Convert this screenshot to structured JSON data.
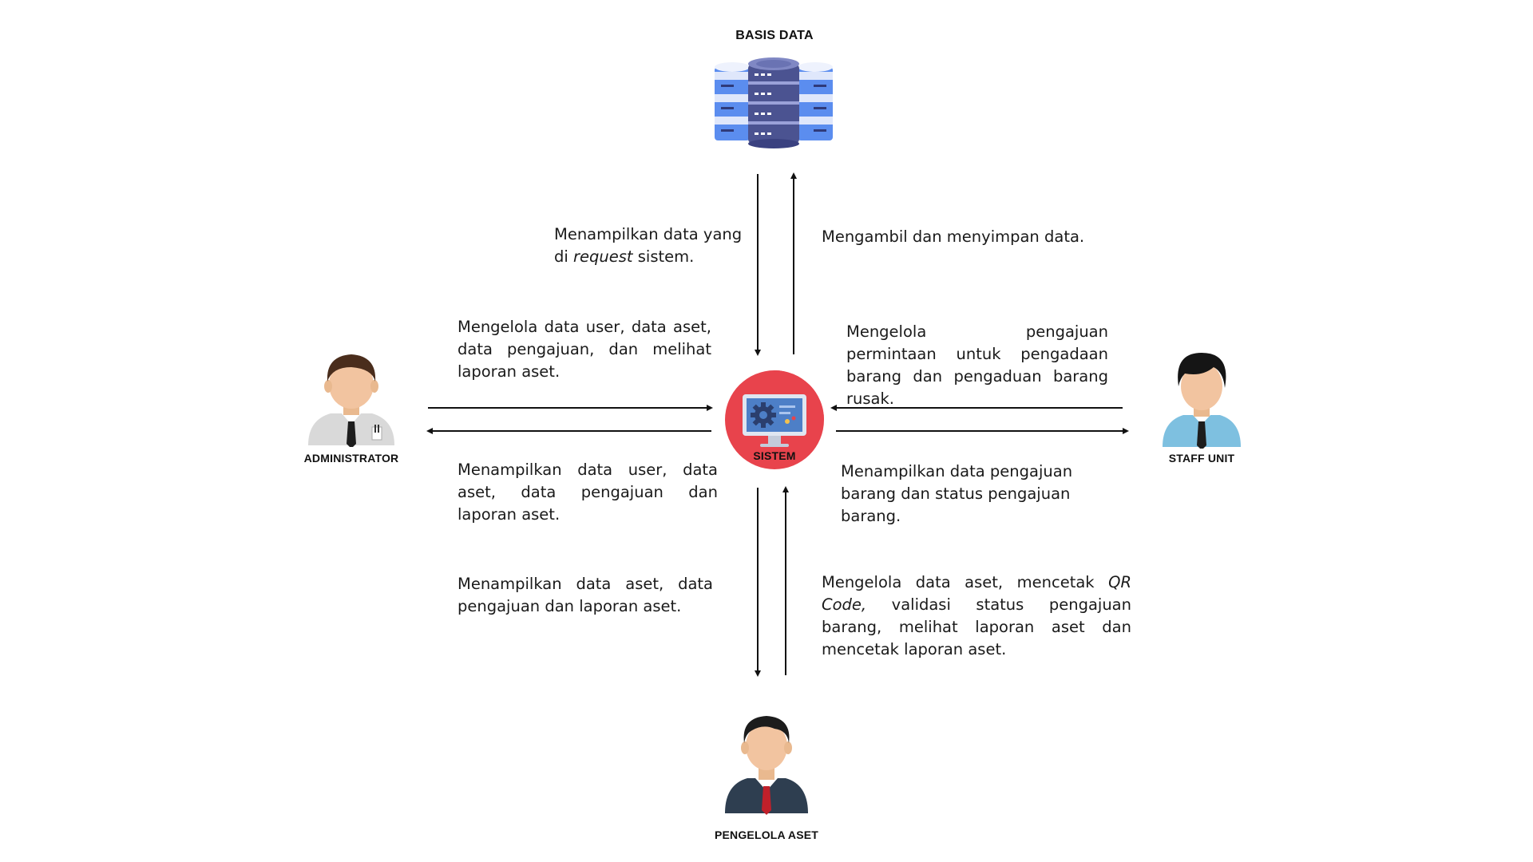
{
  "nodes": {
    "database": "BASIS DATA",
    "system": "SISTEM",
    "administrator": "ADMINISTRATOR",
    "staff_unit": "STAFF UNIT",
    "asset_manager": "PENGELOLA ASET"
  },
  "flows": {
    "db_to_system_a": "Menampilkan data yang",
    "db_to_system_b": "di",
    "db_to_system_em": "request",
    "db_to_system_c": "sistem.",
    "system_to_db": "Mengambil dan menyimpan data.",
    "admin_to_system": "Mengelola data user, data aset, data pengajuan, dan melihat laporan aset.",
    "system_to_admin": "Menampilkan data user, data aset, data pengajuan dan laporan aset.",
    "staff_to_system": "Mengelola pengajuan permintaan untuk pengadaan barang dan pengaduan barang rusak.",
    "system_to_staff": "Menampilkan data pengajuan barang dan status pengajuan barang.",
    "system_to_manager": "Menampilkan data aset, data pengajuan dan laporan aset.",
    "manager_to_system_a": "Mengelola data aset, mencetak",
    "manager_to_system_em": "QR Code,",
    "manager_to_system_b": "validasi status pengajuan barang, melihat laporan aset dan mencetak laporan aset."
  },
  "icons": {
    "database": "database-icon",
    "system": "computer-settings-icon",
    "administrator": "admin-person-icon",
    "staff_unit": "staff-person-icon",
    "asset_manager": "manager-person-icon"
  },
  "colors": {
    "system_circle": "#e8434c",
    "db_blue": "#5b8def",
    "db_dark": "#4b5391"
  }
}
